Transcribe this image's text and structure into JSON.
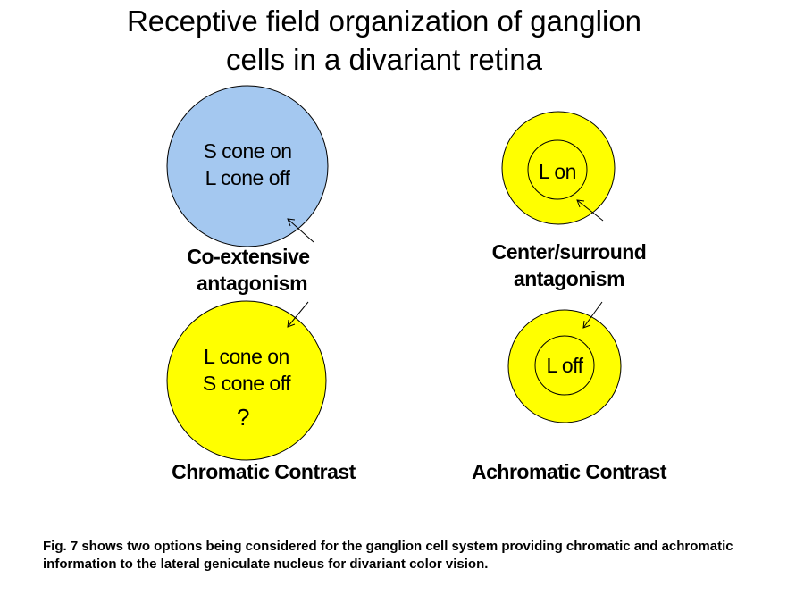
{
  "title": {
    "line1": "Receptive field organization of  ganglion",
    "line2": "cells in a divariant  retina"
  },
  "circles": {
    "top_left": {
      "line1": "S cone on",
      "line2": "L cone off",
      "fill": "#A4C8F0"
    },
    "bottom_left": {
      "line1": "L cone on",
      "line2": "S cone off",
      "mark": "?",
      "fill": "#FFFF00"
    },
    "top_right": {
      "center": "L on",
      "fill": "#FFFF00"
    },
    "bottom_right": {
      "center": "L off",
      "fill": "#FFFF00"
    }
  },
  "labels": {
    "co_extensive": {
      "line1": "Co-extensive",
      "line2": "antagonism"
    },
    "center_surround": {
      "line1": "Center/surround",
      "line2": "antagonism"
    },
    "chromatic": "Chromatic Contrast",
    "achromatic": "Achromatic  Contrast"
  },
  "caption": "Fig. 7 shows two options being considered for the ganglion cell system providing chromatic and achromatic information to the lateral geniculate nucleus for divariant color vision."
}
